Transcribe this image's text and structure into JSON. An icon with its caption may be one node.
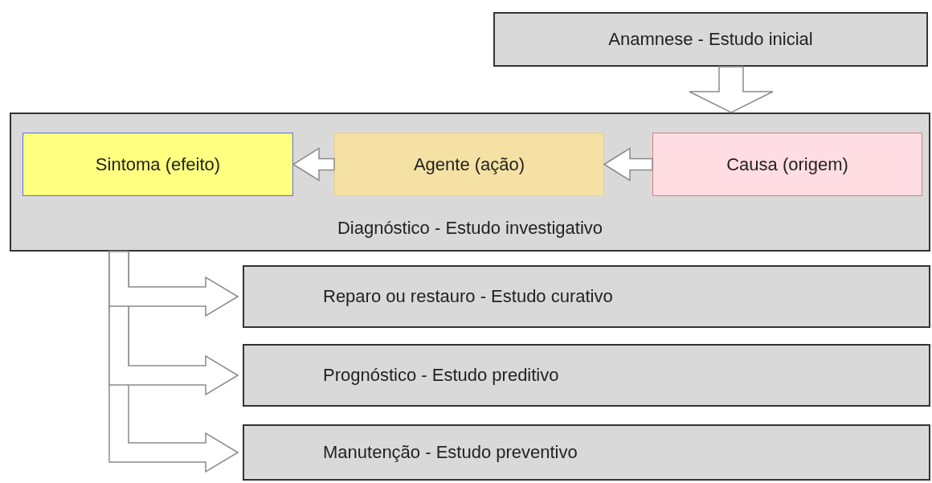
{
  "diagram": {
    "nodes": [
      {
        "text": [
          "Anamnese - Estudo inicial"
        ]
      },
      {
        "text": [
          "Diagnóstico - Estudo investigativo"
        ]
      },
      {
        "text": [
          "Sintoma (efeito)"
        ],
        "in": 1
      },
      {
        "text": [
          "Agente (ação)"
        ],
        "in": 1
      },
      {
        "text": [
          "Causa (origem)"
        ],
        "in": 1
      },
      {
        "text": [
          "Reparo ou restauro - Estudo curativo"
        ]
      },
      {
        "text": [
          "Prognóstico - Estudo preditivo"
        ]
      },
      {
        "text": [
          "Manutenção - Estudo preventivo"
        ]
      }
    ],
    "edges": [
      {
        "from": 0,
        "to": 1,
        "arrow": "to"
      },
      {
        "from": 4,
        "to": 3,
        "arrow": "to"
      },
      {
        "from": 3,
        "to": 2,
        "arrow": "to"
      },
      {
        "from": 1,
        "to": 7,
        "arrow": "to"
      },
      {
        "from": 1,
        "to": 6,
        "arrow": "to"
      },
      {
        "from": 1,
        "to": 5,
        "arrow": "to"
      }
    ]
  }
}
